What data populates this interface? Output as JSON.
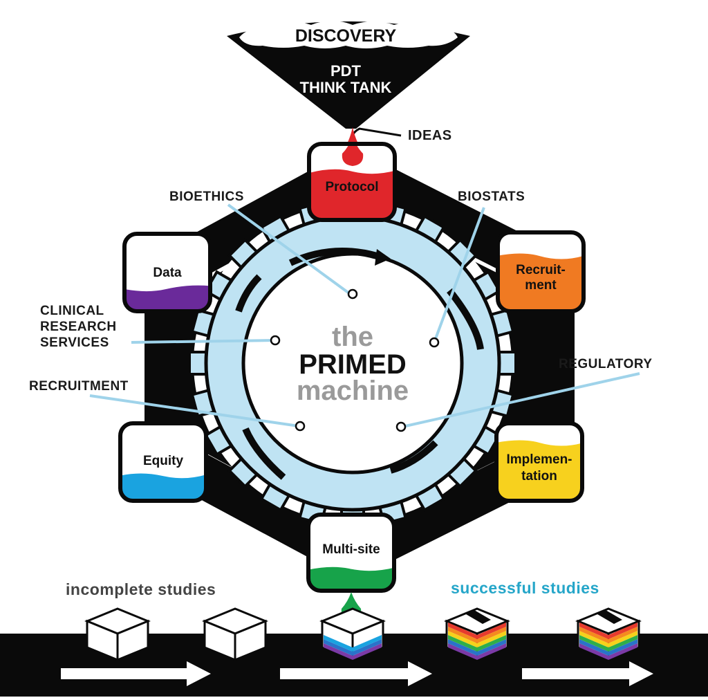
{
  "funnel": {
    "top_label": "DISCOVERY",
    "line1": "PDT",
    "line2": "THINK TANK"
  },
  "ideas_label": "IDEAS",
  "center": {
    "line1": "the",
    "line2": "PRIMED",
    "line3": "machine"
  },
  "labels": {
    "bioethics": "BIOETHICS",
    "biostats": "BIOSTATS",
    "clinical_line1": "CLINICAL",
    "clinical_line2": "RESEARCH",
    "clinical_line3": "SERVICES",
    "recruitment": "RECRUITMENT",
    "regulatory": "REGULATORY"
  },
  "nodes": {
    "protocol": "Protocol",
    "data": "Data",
    "recruitment_line1": "Recruit-",
    "recruitment_line2": "ment",
    "equity": "Equity",
    "implementation_line1": "Implemen-",
    "implementation_line2": "tation",
    "multisite": "Multi-site"
  },
  "bottom": {
    "incomplete": "incomplete studies",
    "successful": "successful studies"
  },
  "colors": {
    "protocol": "#e0262b",
    "data": "#6a2a9a",
    "recruitment": "#f07a22",
    "equity": "#1aa3e0",
    "implementation": "#f7d11e",
    "multisite": "#17a34a",
    "gear": "#bfe3f3",
    "successful_text": "#25a6c9"
  }
}
